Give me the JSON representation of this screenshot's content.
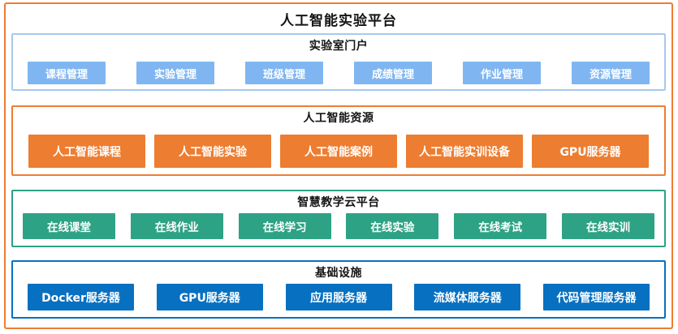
{
  "title": "人工智能实验平台",
  "colors": {
    "outer_border": "#ED7D31",
    "portal_border": "#A6C9EF",
    "portal_button": "#7FB6F2",
    "ai_resources": "#ED7D31",
    "cloud_platform": "#2EA285",
    "infrastructure": "#0870C0",
    "heading_text": "#141414",
    "button_text": "#FFFFFF"
  },
  "sections": [
    {
      "title": "实验室门户",
      "buttons": [
        "课程管理",
        "实验管理",
        "班级管理",
        "成绩管理",
        "作业管理",
        "资源管理"
      ]
    },
    {
      "title": "人工智能资源",
      "buttons": [
        "人工智能课程",
        "人工智能实验",
        "人工智能案例",
        "人工智能实训设备",
        "GPU服务器"
      ]
    },
    {
      "title": "智慧教学云平台",
      "buttons": [
        "在线课堂",
        "在线作业",
        "在线学习",
        "在线实验",
        "在线考试",
        "在线实训"
      ]
    },
    {
      "title": "基础设施",
      "buttons": [
        "Docker服务器",
        "GPU服务器",
        "应用服务器",
        "流媒体服务器",
        "代码管理服务器"
      ]
    }
  ]
}
